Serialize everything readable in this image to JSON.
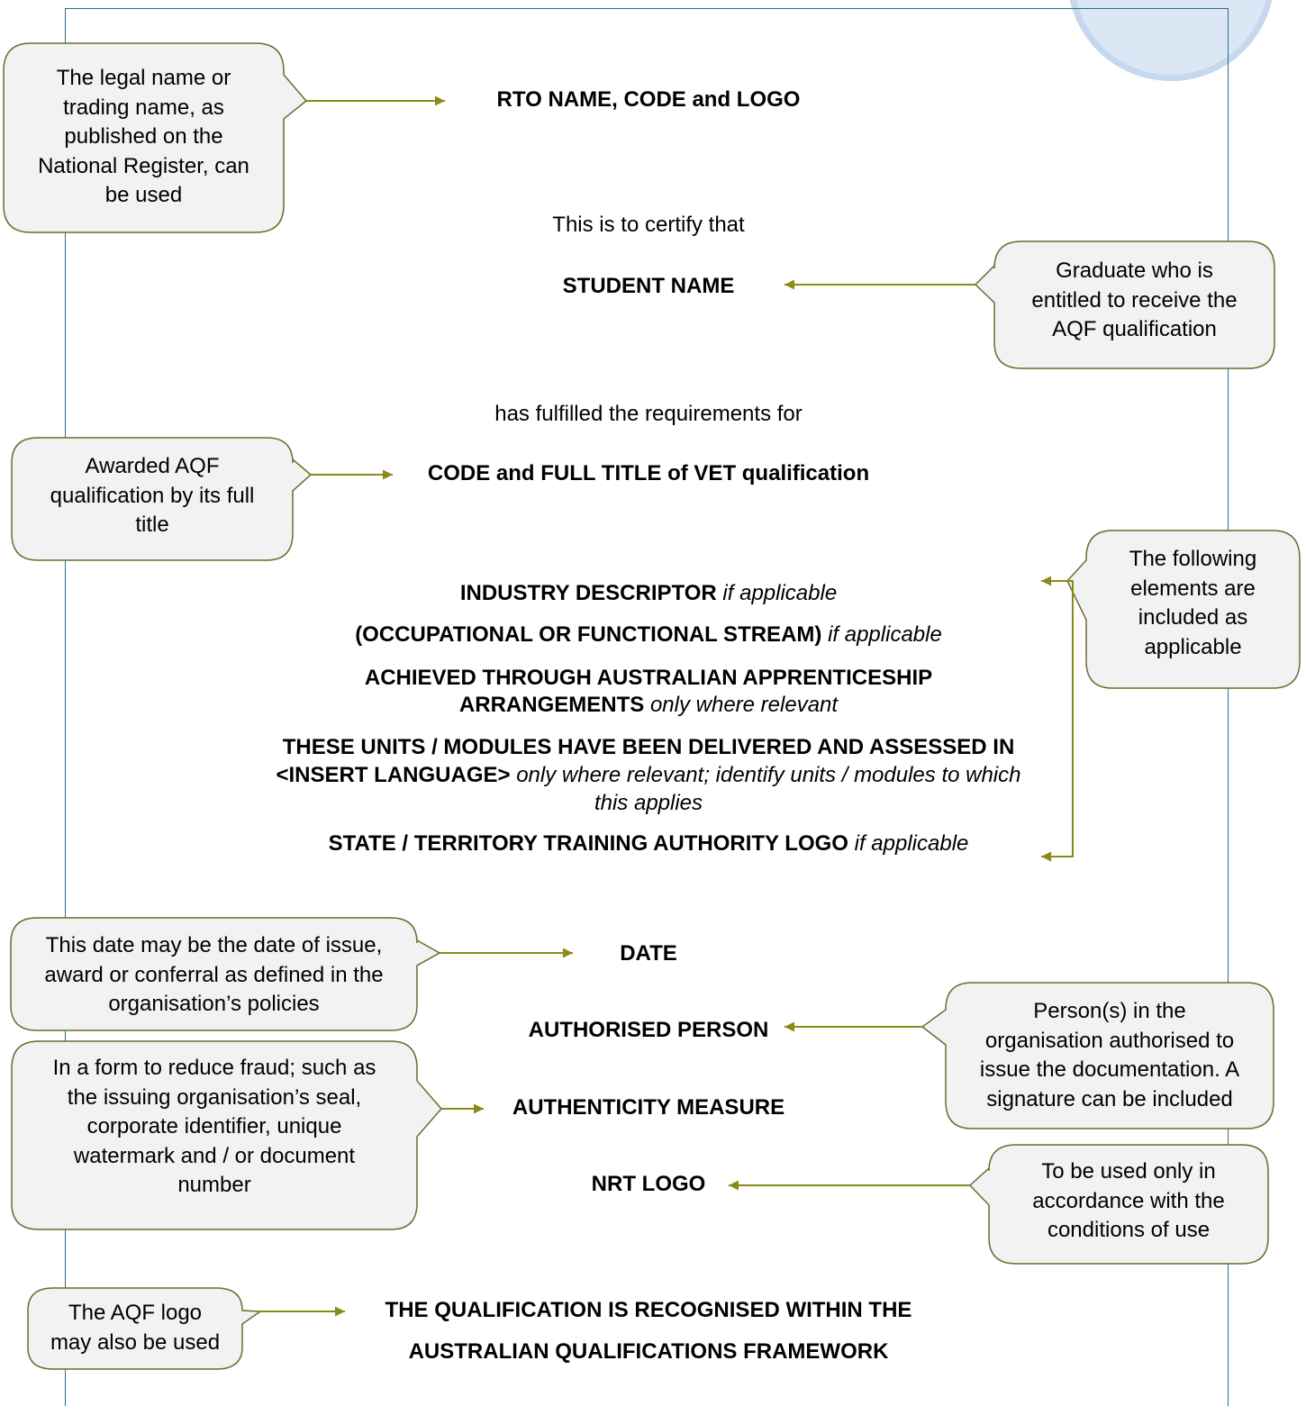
{
  "certificate": {
    "rto": "RTO NAME, CODE and LOGO",
    "certify": "This is to certify that",
    "student": "STUDENT NAME",
    "fulfilled": "has fulfilled the requirements for",
    "qualification": "CODE and FULL TITLE of VET qualification",
    "industry": "INDUSTRY DESCRIPTOR",
    "industry_note": "if applicable",
    "stream": "(OCCUPATIONAL OR FUNCTIONAL STREAM)",
    "stream_note": "if applicable",
    "apprentice_1": "ACHIEVED THROUGH AUSTRALIAN APPRENTICESHIP",
    "apprentice_2": "ARRANGEMENTS",
    "apprentice_note": "only where relevant",
    "language_1": "THESE UNITS / MODULES HAVE BEEN DELIVERED AND ASSESSED IN",
    "language_2": "<INSERT LANGUAGE>",
    "language_note_1": "only where relevant; identify units / modules to which",
    "language_note_2": "this applies",
    "state_logo": "STATE / TERRITORY TRAINING AUTHORITY LOGO",
    "state_logo_note": "if applicable",
    "date": "DATE",
    "authorised": "AUTHORISED PERSON",
    "authenticity": "AUTHENTICITY MEASURE",
    "nrt": "NRT LOGO",
    "aqf_1": "THE QUALIFICATION IS RECOGNISED WITHIN THE",
    "aqf_2": "AUSTRALIAN QUALIFICATIONS FRAMEWORK"
  },
  "callouts": {
    "rto_name": [
      "The legal name or",
      "trading name, as",
      "published on the",
      "National Register, can",
      "be used"
    ],
    "graduate": [
      "Graduate who is",
      "entitled to receive the",
      "AQF qualification"
    ],
    "awarded": [
      "Awarded AQF",
      "qualification by its full",
      "title"
    ],
    "following": [
      "The following",
      "elements are",
      "included as",
      "applicable"
    ],
    "date": [
      "This date may be the date of issue,",
      "award or conferral as defined in the",
      "organisation’s policies"
    ],
    "person": [
      "Person(s) in the",
      "organisation authorised to",
      "issue the documentation. A",
      "signature can be included"
    ],
    "fraud": [
      "In a form to reduce fraud; such as",
      "the issuing organisation’s seal,",
      "corporate identifier, unique",
      "watermark and / or document",
      "number"
    ],
    "nrt": [
      "To be used only in",
      "accordance with the",
      "conditions of use"
    ],
    "aqf_logo": [
      "The AQF logo",
      "may also be used"
    ]
  },
  "colors": {
    "frame": "#2e6d8e",
    "callout_fill": "#f2f2f2",
    "callout_stroke": "#6b6b2c",
    "arrow": "#8a8a16"
  }
}
